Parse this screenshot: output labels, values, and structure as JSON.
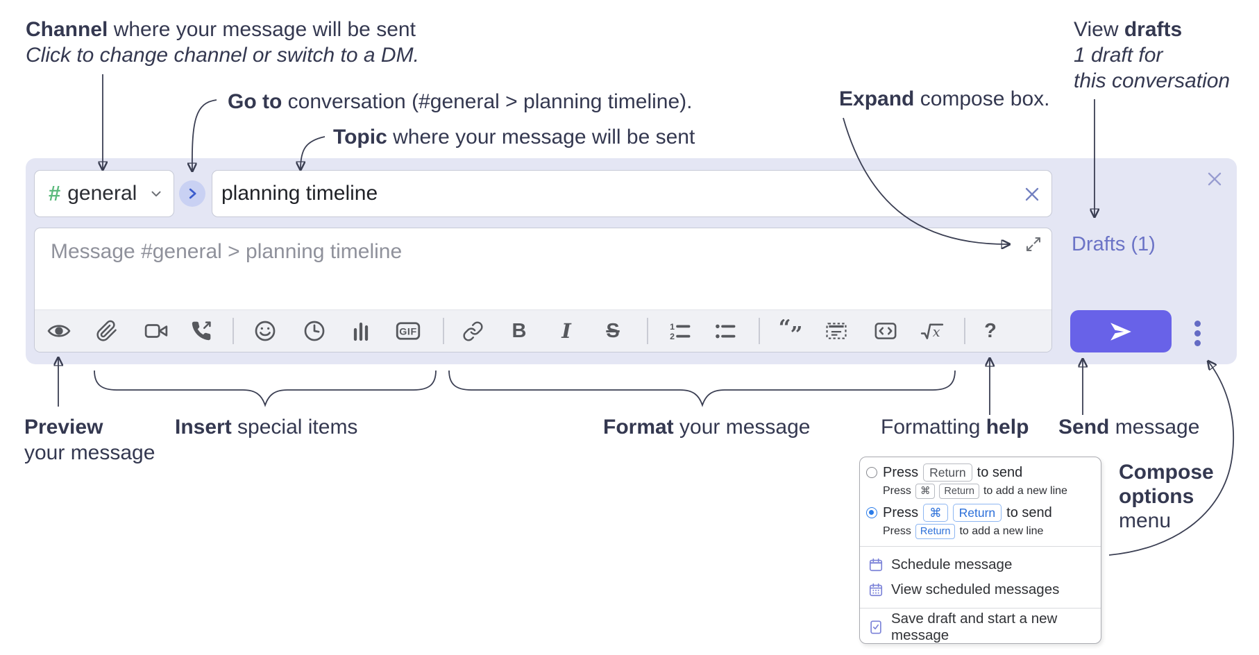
{
  "annotations": {
    "channel": {
      "bold": "Channel",
      "rest": " where your message will be sent",
      "line2": "Click to change channel or switch to a DM."
    },
    "goto": {
      "bold": "Go to",
      "rest": " conversation (#general > planning timeline)."
    },
    "topic": {
      "bold": "Topic",
      "rest": " where your message will be sent"
    },
    "expand": {
      "bold": "Expand",
      "rest": " compose box."
    },
    "drafts": {
      "pre": "View ",
      "bold": "drafts",
      "line2": "1 draft for",
      "line3": "this conversation"
    },
    "preview": {
      "bold": "Preview",
      "line2": "your message"
    },
    "insert": {
      "bold": "Insert",
      "rest": " special items"
    },
    "format": {
      "bold": "Format",
      "rest": " your message"
    },
    "help": {
      "pre": "Formatting ",
      "bold": "help"
    },
    "send": {
      "bold": "Send",
      "rest": " message"
    },
    "compose_options": {
      "line1": "Compose",
      "line2": "options",
      "line3": "menu"
    }
  },
  "compose": {
    "channel_hash": "#",
    "channel_name": "general",
    "topic_value": "planning timeline",
    "message_placeholder": "Message #general > planning timeline",
    "drafts_label": "Drafts (1)"
  },
  "toolbar": {
    "gif": "GIF",
    "bold": "B",
    "italic": "I",
    "strike": "S",
    "help": "?",
    "math_x": "x",
    "ol_1": "1",
    "ol_2": "2",
    "quote_open": "“",
    "quote_close": "”"
  },
  "options_menu": {
    "option1": {
      "press": "Press",
      "key": "Return",
      "suffix": "to send",
      "sub_press": "Press",
      "sub_key1": "⌘",
      "sub_key2": "Return",
      "sub_suffix": "to add a new line"
    },
    "option2": {
      "press": "Press",
      "key1": "⌘",
      "key2": "Return",
      "suffix": "to send",
      "sub_press": "Press",
      "sub_key": "Return",
      "sub_suffix": "to add a new line"
    },
    "items": [
      "Schedule message",
      "View scheduled messages",
      "Save draft and start a new message"
    ]
  },
  "colors": {
    "container_bg": "#e4e6f4",
    "send_button": "#6862e8",
    "accent_purple": "#6b73c6",
    "hash_green": "#5dba7d",
    "key_blue": "#2b6fd9",
    "radio_blue": "#2b7ce9",
    "icon_gray": "#56585d",
    "annotation_ink": "#343850"
  }
}
